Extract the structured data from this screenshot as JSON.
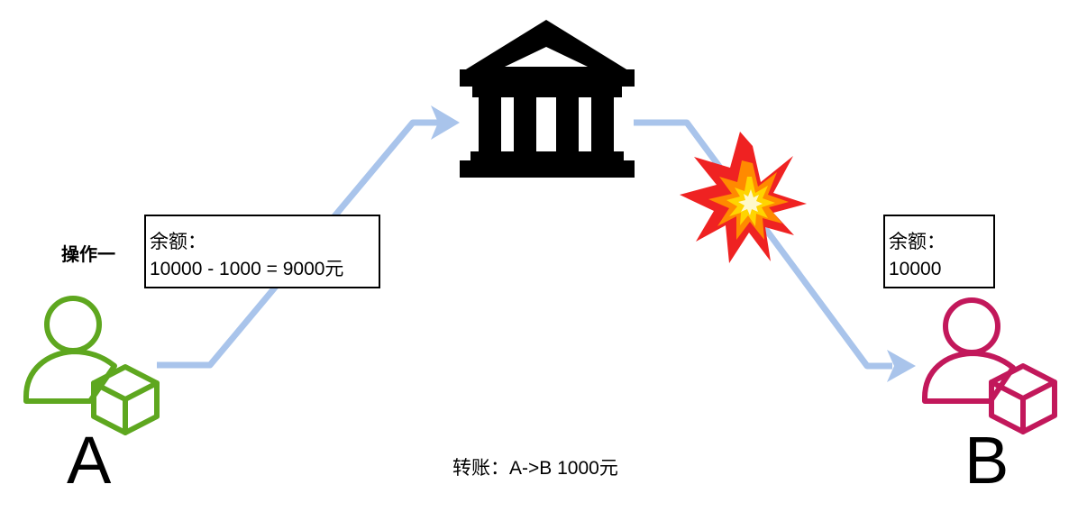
{
  "labels": {
    "step": "操作一",
    "caption": "转账：A->B 1000元"
  },
  "user_a": {
    "letter": "A",
    "balance_title": "余额：",
    "balance_value": "10000 - 1000 = 9000元",
    "color": "#5ea71f"
  },
  "user_b": {
    "letter": "B",
    "balance_title": "余额：",
    "balance_value": "10000",
    "color": "#c2185b"
  },
  "icons": {
    "user_a": "user-with-cube-icon",
    "bank": "bank-icon",
    "explosion": "explosion-icon",
    "user_b": "user-with-cube-icon"
  },
  "colors": {
    "arrow": "#a9c4eb",
    "bank": "#000000",
    "explosion_outer": "#ef2424",
    "explosion_inner": "#ffd400"
  }
}
